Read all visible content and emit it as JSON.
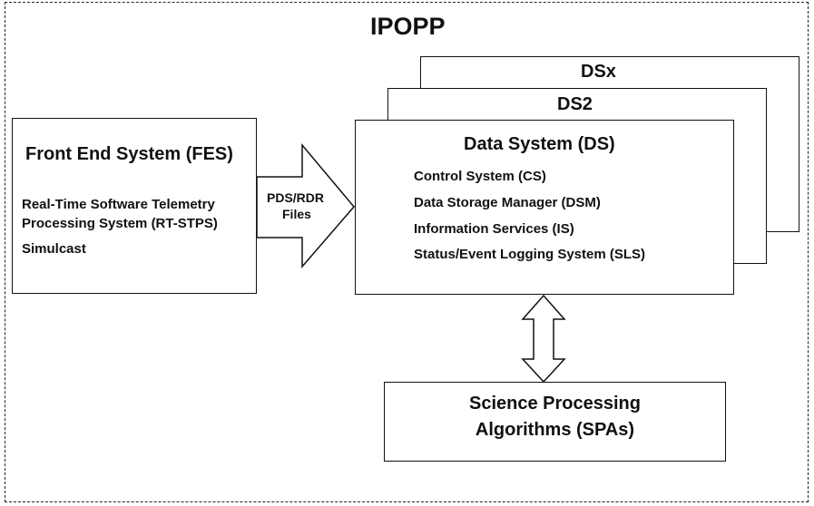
{
  "frame": {
    "title": "IPOPP"
  },
  "fes": {
    "title": "Front End System (FES)",
    "items": [
      "Real-Time Software Telemetry",
      "Processing System (RT-STPS)",
      "Simulcast"
    ]
  },
  "arrow": {
    "line1": "PDS/RDR",
    "line2": "Files"
  },
  "ds_stack": {
    "back_title": "DSx",
    "middle_title": "DS2"
  },
  "ds": {
    "title": "Data System (DS)",
    "items": [
      "Control System (CS)",
      "Data Storage Manager (DSM)",
      "Information Services (IS)",
      "Status/Event Logging System (SLS)"
    ]
  },
  "spa": {
    "line1": "Science Processing",
    "line2": "Algorithms (SPAs)"
  }
}
